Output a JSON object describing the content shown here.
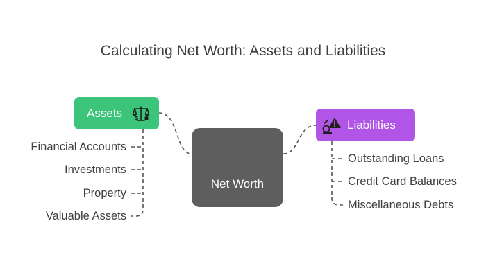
{
  "title": "Calculating Net Worth: Assets and Liabilities",
  "center": {
    "label": "Net Worth",
    "color": "#5e5e5e"
  },
  "assets": {
    "label": "Assets",
    "color": "#3bc47a",
    "icon": "scales-icon",
    "items": [
      "Financial Accounts",
      "Investments",
      "Property",
      "Valuable Assets"
    ]
  },
  "liabilities": {
    "label": "Liabilities",
    "color": "#b155e6",
    "icon": "warning-icon",
    "items": [
      "Outstanding Loans",
      "Credit Card Balances",
      "Miscellaneous Debts"
    ]
  }
}
